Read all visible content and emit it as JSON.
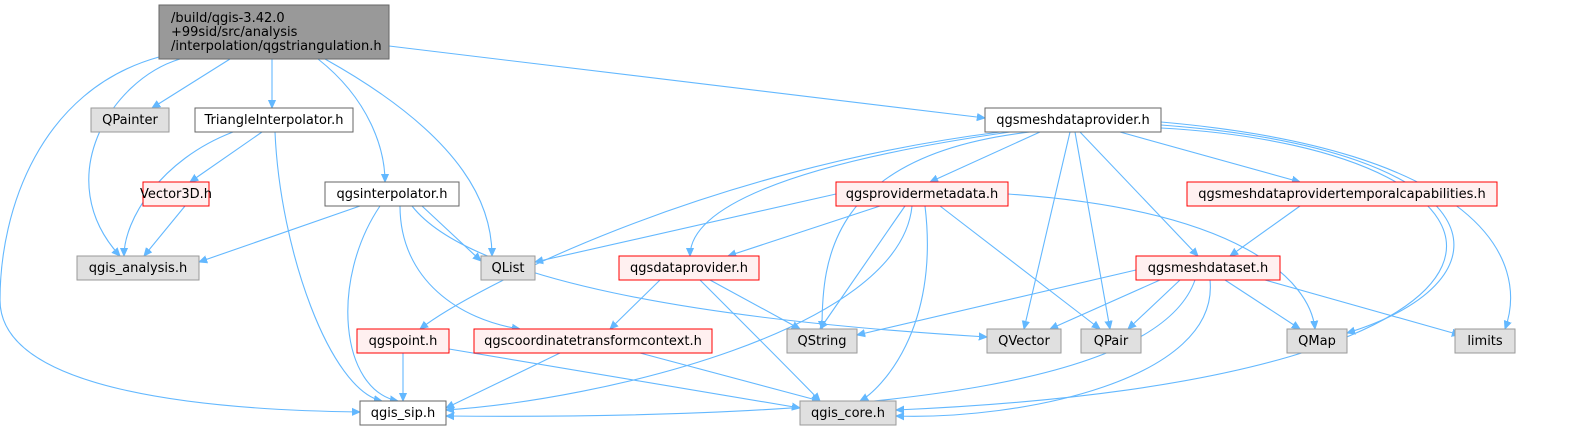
{
  "diagram": {
    "nodes": [
      {
        "id": "root",
        "lines": [
          "/build/qgis-3.42.0",
          "+99sid/src/analysis",
          "/interpolation/qgstriangulation.h"
        ],
        "style": "root"
      },
      {
        "id": "qpainter",
        "lines": [
          "QPainter"
        ],
        "style": "gray"
      },
      {
        "id": "triangleinterp",
        "lines": [
          "TriangleInterpolator.h"
        ],
        "style": "white"
      },
      {
        "id": "vector3d",
        "lines": [
          "Vector3D.h"
        ],
        "style": "red"
      },
      {
        "id": "qgis_analysis",
        "lines": [
          "qgis_analysis.h"
        ],
        "style": "gray"
      },
      {
        "id": "qgsinterpolator",
        "lines": [
          "qgsinterpolator.h"
        ],
        "style": "white"
      },
      {
        "id": "qlist",
        "lines": [
          "QList"
        ],
        "style": "gray"
      },
      {
        "id": "qgsmeshdataprovider",
        "lines": [
          "qgsmeshdataprovider.h"
        ],
        "style": "white"
      },
      {
        "id": "qgsprovidermetadata",
        "lines": [
          "qgsprovidermetadata.h"
        ],
        "style": "red"
      },
      {
        "id": "qgsmeshtemporal",
        "lines": [
          "qgsmeshdataprovidertemporalcapabilities.h"
        ],
        "style": "red"
      },
      {
        "id": "qgsdataprovider",
        "lines": [
          "qgsdataprovider.h"
        ],
        "style": "red"
      },
      {
        "id": "qgsmeshdataset",
        "lines": [
          "qgsmeshdataset.h"
        ],
        "style": "red"
      },
      {
        "id": "qgspoint",
        "lines": [
          "qgspoint.h"
        ],
        "style": "red"
      },
      {
        "id": "qgscoordctx",
        "lines": [
          "qgscoordinatetransformcontext.h"
        ],
        "style": "red"
      },
      {
        "id": "qstring",
        "lines": [
          "QString"
        ],
        "style": "gray"
      },
      {
        "id": "qvector",
        "lines": [
          "QVector"
        ],
        "style": "gray"
      },
      {
        "id": "qpair",
        "lines": [
          "QPair"
        ],
        "style": "gray"
      },
      {
        "id": "qmap",
        "lines": [
          "QMap"
        ],
        "style": "gray"
      },
      {
        "id": "limits",
        "lines": [
          "limits"
        ],
        "style": "gray"
      },
      {
        "id": "qgis_sip",
        "lines": [
          "qgis_sip.h"
        ],
        "style": "white"
      },
      {
        "id": "qgis_core",
        "lines": [
          "qgis_core.h"
        ],
        "style": "gray"
      }
    ],
    "edges": [
      {
        "from": "root",
        "to": "qpainter"
      },
      {
        "from": "root",
        "to": "triangleinterp"
      },
      {
        "from": "root",
        "to": "qgis_analysis"
      },
      {
        "from": "root",
        "to": "qgis_sip"
      },
      {
        "from": "root",
        "to": "qgsinterpolator"
      },
      {
        "from": "root",
        "to": "qlist"
      },
      {
        "from": "root",
        "to": "qgsmeshdataprovider"
      },
      {
        "from": "triangleinterp",
        "to": "vector3d"
      },
      {
        "from": "triangleinterp",
        "to": "qgis_analysis"
      },
      {
        "from": "triangleinterp",
        "to": "qgis_sip"
      },
      {
        "from": "vector3d",
        "to": "qgis_analysis"
      },
      {
        "from": "qgsinterpolator",
        "to": "qgis_analysis"
      },
      {
        "from": "qgsinterpolator",
        "to": "qlist"
      },
      {
        "from": "qgsinterpolator",
        "to": "qvector"
      },
      {
        "from": "qgsinterpolator",
        "to": "qgscoordctx"
      },
      {
        "from": "qgsinterpolator",
        "to": "qgis_sip"
      },
      {
        "from": "qgsmeshdataprovider",
        "to": "qgspoint"
      },
      {
        "from": "qgsmeshdataprovider",
        "to": "qgsdataprovider"
      },
      {
        "from": "qgsmeshdataprovider",
        "to": "qgsprovidermetadata"
      },
      {
        "from": "qgsmeshdataprovider",
        "to": "qstring"
      },
      {
        "from": "qgsmeshdataprovider",
        "to": "qgsmeshtemporal"
      },
      {
        "from": "qgsmeshdataprovider",
        "to": "qgsmeshdataset"
      },
      {
        "from": "qgsmeshdataprovider",
        "to": "qvector"
      },
      {
        "from": "qgsmeshdataprovider",
        "to": "qpair"
      },
      {
        "from": "qgsmeshdataprovider",
        "to": "qmap"
      },
      {
        "from": "qgsmeshdataprovider",
        "to": "limits"
      },
      {
        "from": "qgsmeshdataprovider",
        "to": "qgis_core"
      },
      {
        "from": "qgsprovidermetadata",
        "to": "qlist"
      },
      {
        "from": "qgsprovidermetadata",
        "to": "qgsdataprovider"
      },
      {
        "from": "qgsprovidermetadata",
        "to": "qstring"
      },
      {
        "from": "qgsprovidermetadata",
        "to": "qpair"
      },
      {
        "from": "qgsprovidermetadata",
        "to": "qmap"
      },
      {
        "from": "qgsprovidermetadata",
        "to": "qgis_sip"
      },
      {
        "from": "qgsprovidermetadata",
        "to": "qgis_core"
      },
      {
        "from": "qgsmeshtemporal",
        "to": "qgsmeshdataset"
      },
      {
        "from": "qgsdataprovider",
        "to": "qgscoordctx"
      },
      {
        "from": "qgsdataprovider",
        "to": "qstring"
      },
      {
        "from": "qgsdataprovider",
        "to": "qgis_core"
      },
      {
        "from": "qgsmeshdataset",
        "to": "qstring"
      },
      {
        "from": "qgsmeshdataset",
        "to": "qvector"
      },
      {
        "from": "qgsmeshdataset",
        "to": "qpair"
      },
      {
        "from": "qgsmeshdataset",
        "to": "qmap"
      },
      {
        "from": "qgsmeshdataset",
        "to": "limits"
      },
      {
        "from": "qgsmeshdataset",
        "to": "qgis_sip"
      },
      {
        "from": "qgsmeshdataset",
        "to": "qgis_core"
      },
      {
        "from": "qgspoint",
        "to": "qgis_sip"
      },
      {
        "from": "qgspoint",
        "to": "qgis_core"
      },
      {
        "from": "qgscoordctx",
        "to": "qgis_sip"
      },
      {
        "from": "qgscoordctx",
        "to": "qgis_core"
      }
    ]
  },
  "colors": {
    "edge": "#63b8ff",
    "root_fill": "#999999",
    "root_stroke": "#666666",
    "gray_fill": "#e0e0e0",
    "gray_stroke": "#999999",
    "white_fill": "#ffffff",
    "white_stroke": "#666666",
    "red_fill": "#fff0f0",
    "red_stroke": "#ff0000"
  }
}
